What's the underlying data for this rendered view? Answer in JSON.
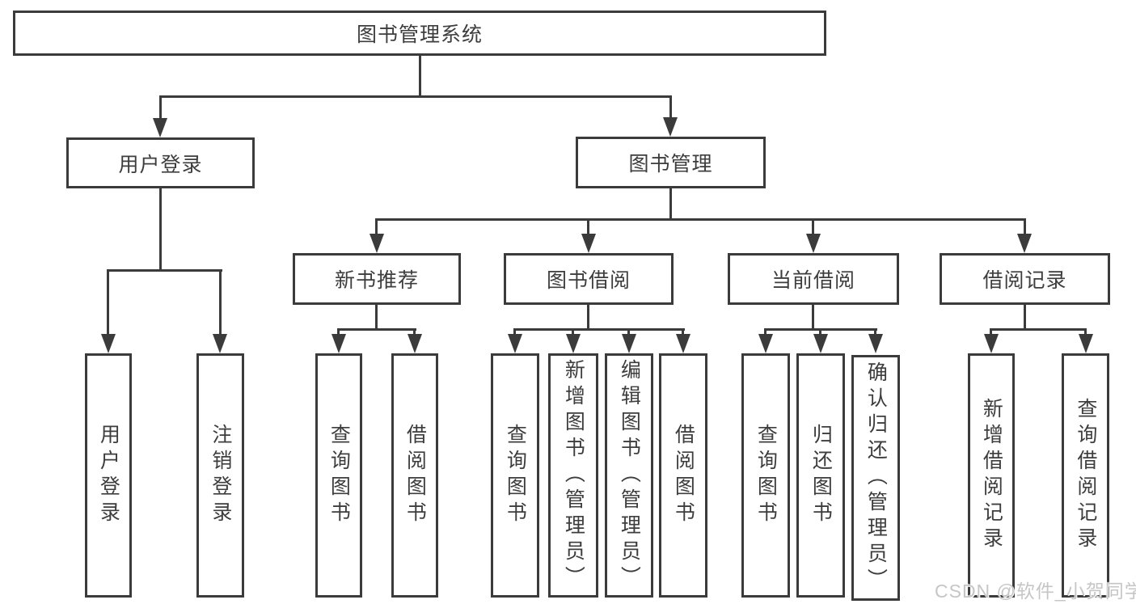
{
  "diagram": {
    "title": "图书管理系统",
    "root": "图书管理系统",
    "level2": {
      "user_login": "用户登录",
      "book_mgmt": "图书管理"
    },
    "level3": {
      "new_books": "新书推荐",
      "book_borrow": "图书借阅",
      "current_borrow": "当前借阅",
      "borrow_records": "借阅记录"
    },
    "leaves": {
      "user_login": [
        "用户登录",
        "注销登录"
      ],
      "new_books": [
        "查询图书",
        "借阅图书"
      ],
      "book_borrow": [
        "查询图书",
        "新增图书（管理员）",
        "编辑图书（管理员）",
        "借阅图书"
      ],
      "current_borrow": [
        "查询图书",
        "归还图书",
        "确认归还（管理员）"
      ],
      "borrow_records": [
        "新增借阅记录",
        "查询借阅记录"
      ]
    }
  },
  "watermark": "CSDN @软件_小贺同学",
  "colors": {
    "line": "#3b3b3b",
    "text": "#3d3d3d",
    "watermark": "#c6c6c6",
    "background": "#ffffff"
  }
}
